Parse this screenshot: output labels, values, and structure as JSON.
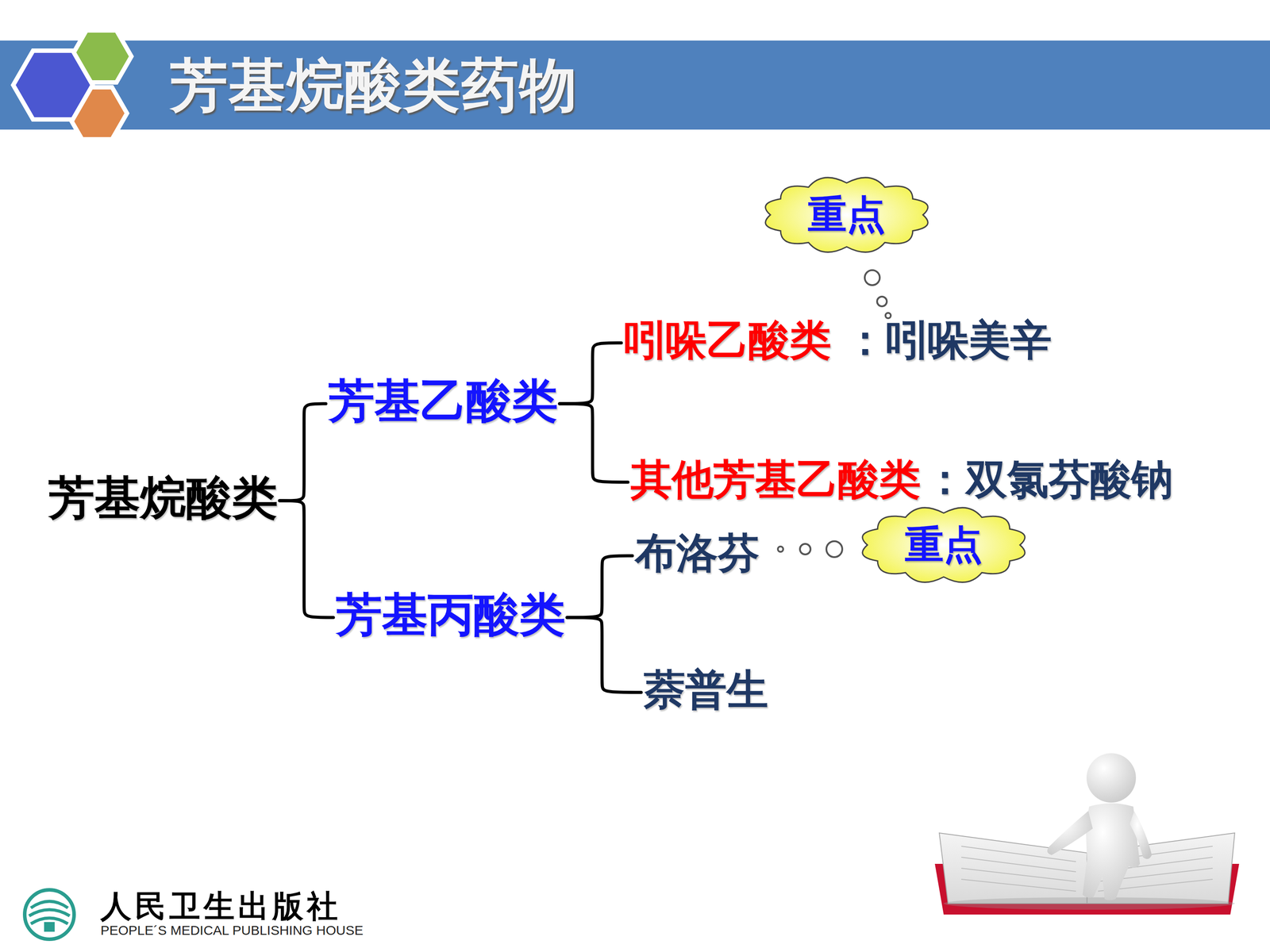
{
  "diagram": {
    "title": "芳基烷酸类药物",
    "nodes": [
      {
        "text": [
          "芳基烷酸类"
        ]
      },
      {
        "text": [
          "芳基乙酸类"
        ]
      },
      {
        "text": [
          "吲哚乙酸类",
          "：吲哚美辛"
        ]
      },
      {
        "text": [
          "重点"
        ]
      },
      {
        "text": [
          "其他芳基乙酸类",
          "：双氯芬酸钠"
        ]
      },
      {
        "text": [
          "芳基丙酸类"
        ]
      },
      {
        "text": [
          "布洛芬"
        ]
      },
      {
        "text": [
          "重点"
        ]
      },
      {
        "text": [
          "萘普生"
        ]
      }
    ],
    "edges": [
      {
        "from": 0,
        "to": 1,
        "arrow": "none"
      },
      {
        "from": 0,
        "to": 5,
        "arrow": "none"
      },
      {
        "from": 1,
        "to": 2,
        "arrow": "none"
      },
      {
        "from": 1,
        "to": 4,
        "arrow": "none"
      },
      {
        "from": 5,
        "to": 6,
        "arrow": "none"
      },
      {
        "from": 5,
        "to": 8,
        "arrow": "none"
      }
    ],
    "labels": [
      "人民卫生出版社",
      "PEOPLE´S MEDICAL PUBLISHING HOUSE"
    ]
  }
}
